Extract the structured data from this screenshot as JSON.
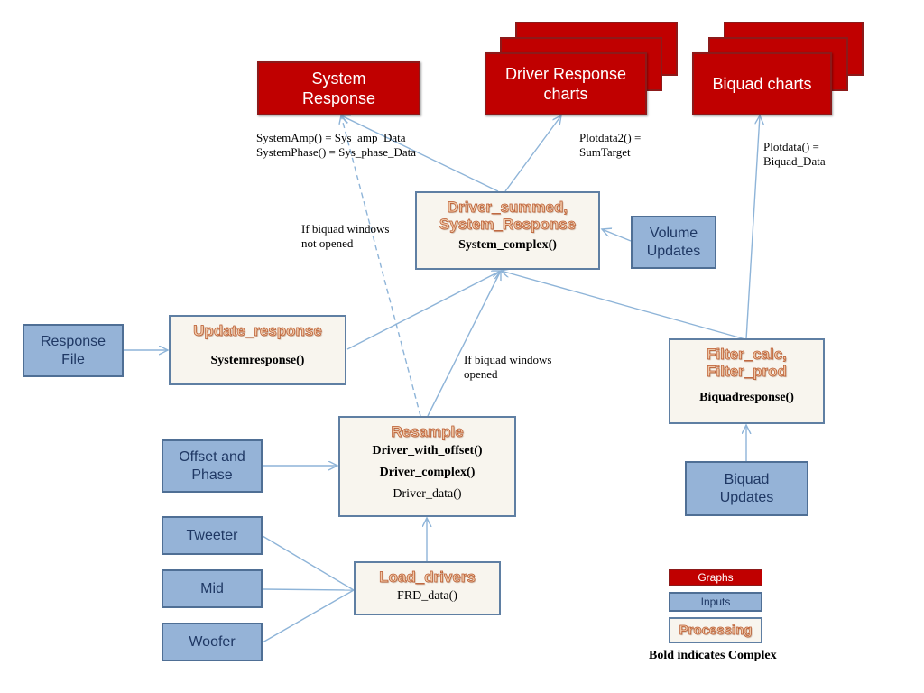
{
  "graphs": {
    "system_response": "System\nResponse",
    "driver_response_charts": "Driver Response\ncharts",
    "biquad_charts": "Biquad charts"
  },
  "inputs": {
    "volume_updates": "Volume\nUpdates",
    "response_file": "Response\nFile",
    "offset_and_phase": "Offset and\nPhase",
    "biquad_updates": "Biquad\nUpdates",
    "tweeter": "Tweeter",
    "mid": "Mid",
    "woofer": "Woofer"
  },
  "processing": {
    "driver_summed": {
      "title": "Driver_summed,\nSystem_Response",
      "functions": [
        "System_complex()"
      ]
    },
    "update_response": {
      "title": "Update_response",
      "functions": [
        "Systemresponse()"
      ]
    },
    "filter_calc": {
      "title": "Filter_calc,\nFilter_prod",
      "functions": [
        "Biquadresponse()"
      ]
    },
    "resample": {
      "title": "Resample",
      "functions": [
        "Driver_with_offset()",
        "Driver_complex()",
        "Driver_data()"
      ]
    },
    "load_drivers": {
      "title": "Load_drivers",
      "functions": [
        "FRD_data()"
      ]
    }
  },
  "notes": {
    "system_amp": "SystemAmp() = Sys_amp_Data\nSystemPhase() = Sys_phase_Data",
    "plotdata2": "Plotdata2() =\nSumTarget",
    "plotdata": "Plotdata() =\nBiquad_Data",
    "not_opened": "If biquad windows\nnot opened",
    "opened": "If biquad windows\nopened"
  },
  "legend": {
    "graphs": "Graphs",
    "inputs": "Inputs",
    "processing": "Processing",
    "bold_note": "Bold indicates Complex"
  },
  "colors": {
    "graph_fill": "#c00000",
    "input_fill": "#95b3d7",
    "processing_fill": "#f8f5ee",
    "connector": "#8eb4d8"
  }
}
